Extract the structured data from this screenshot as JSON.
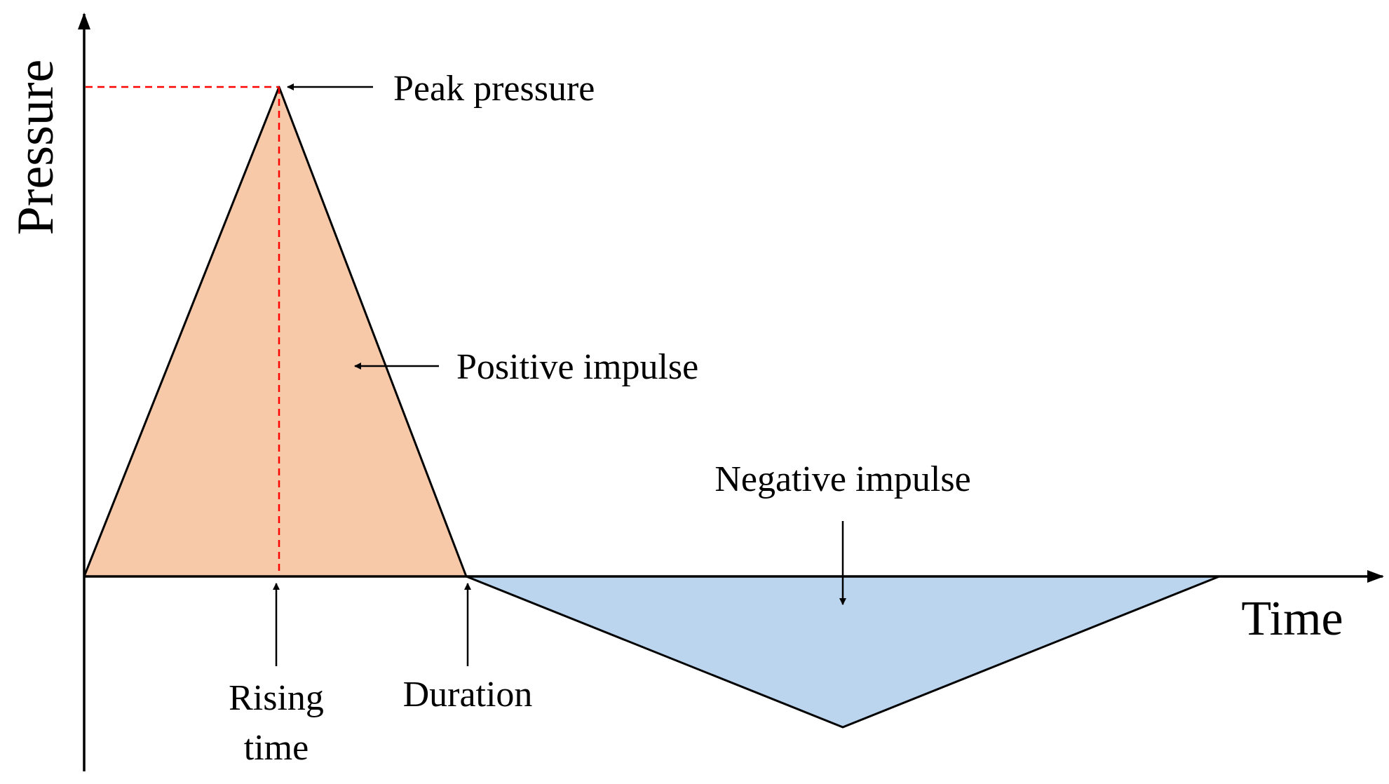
{
  "labels": {
    "y_axis": "Pressure",
    "x_axis": "Time",
    "peak_pressure": "Peak pressure",
    "positive_impulse": "Positive impulse",
    "negative_impulse": "Negative impulse",
    "rising_time_line1": "Rising",
    "rising_time_line2": "time",
    "duration": "Duration"
  },
  "colors": {
    "positive_fill": "#f7c9a9",
    "negative_fill": "#bcd5ee",
    "guide_line": "#ff0000",
    "stroke": "#000000"
  }
}
